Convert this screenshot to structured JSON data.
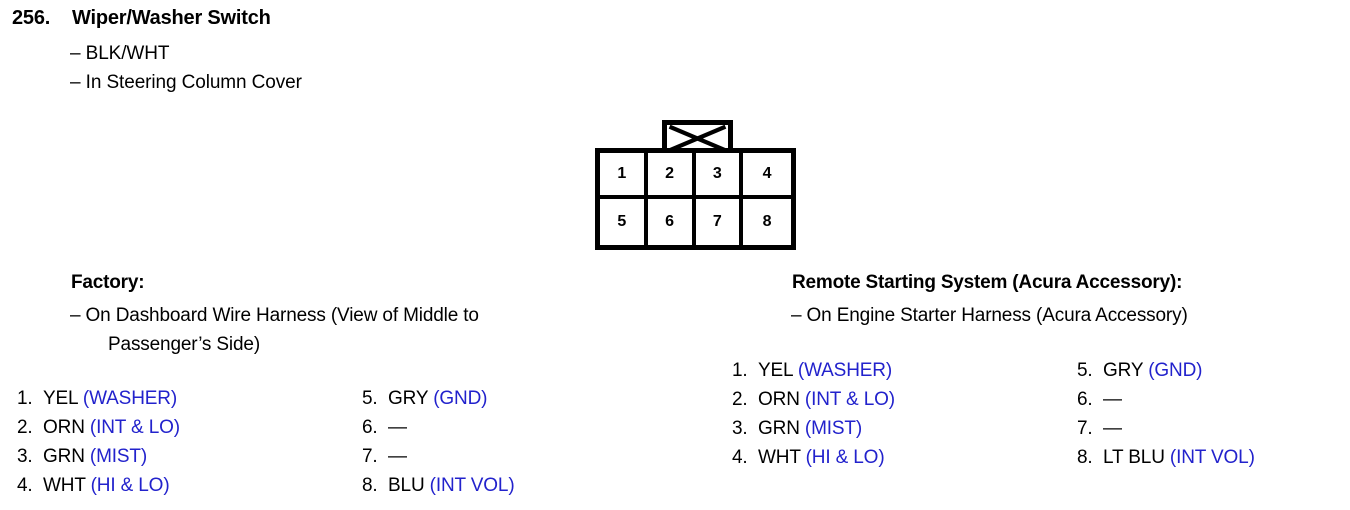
{
  "header": {
    "item_number": "256.",
    "title": "Wiper/Washer Switch",
    "bullets": [
      "– BLK/WHT",
      "– In Steering Column Cover"
    ]
  },
  "connector": {
    "name": "8-pin-connector",
    "tab_icon": "crossed-tab-icon",
    "rows": [
      [
        "1",
        "2",
        "3",
        "4"
      ],
      [
        "5",
        "6",
        "7",
        "8"
      ]
    ]
  },
  "sections": [
    {
      "id": "factory",
      "heading": "Factory:",
      "bullets": [
        "– On Dashboard Wire Harness (View of Middle to",
        "Passenger’s Side)"
      ],
      "pins_left": [
        {
          "index": "1.",
          "color": "YEL",
          "function": "(WASHER)"
        },
        {
          "index": "2.",
          "color": "ORN",
          "function": "(INT & LO)"
        },
        {
          "index": "3.",
          "color": "GRN",
          "function": "(MIST)"
        },
        {
          "index": "4.",
          "color": "WHT",
          "function": "(HI & LO)"
        }
      ],
      "pins_right": [
        {
          "index": "5.",
          "color": "GRY",
          "function": "(GND)"
        },
        {
          "index": "6.",
          "color": "—",
          "function": ""
        },
        {
          "index": "7.",
          "color": "—",
          "function": ""
        },
        {
          "index": "8.",
          "color": "BLU",
          "function": "(INT VOL)"
        }
      ]
    },
    {
      "id": "remote",
      "heading": "Remote Starting System (Acura Accessory):",
      "bullets": [
        "– On Engine Starter Harness (Acura Accessory)"
      ],
      "pins_left": [
        {
          "index": "1.",
          "color": "YEL",
          "function": "(WASHER)"
        },
        {
          "index": "2.",
          "color": "ORN",
          "function": "(INT & LO)"
        },
        {
          "index": "3.",
          "color": "GRN",
          "function": "(MIST)"
        },
        {
          "index": "4.",
          "color": "WHT",
          "function": "(HI & LO)"
        }
      ],
      "pins_right": [
        {
          "index": "5.",
          "color": "GRY",
          "function": "(GND)"
        },
        {
          "index": "6.",
          "color": "—",
          "function": ""
        },
        {
          "index": "7.",
          "color": "—",
          "function": ""
        },
        {
          "index": "8.",
          "color": "LT BLU",
          "function": "(INT VOL)"
        }
      ]
    }
  ],
  "colors": {
    "text": "#000000",
    "function_blue": "#2222cc",
    "background": "#ffffff"
  }
}
